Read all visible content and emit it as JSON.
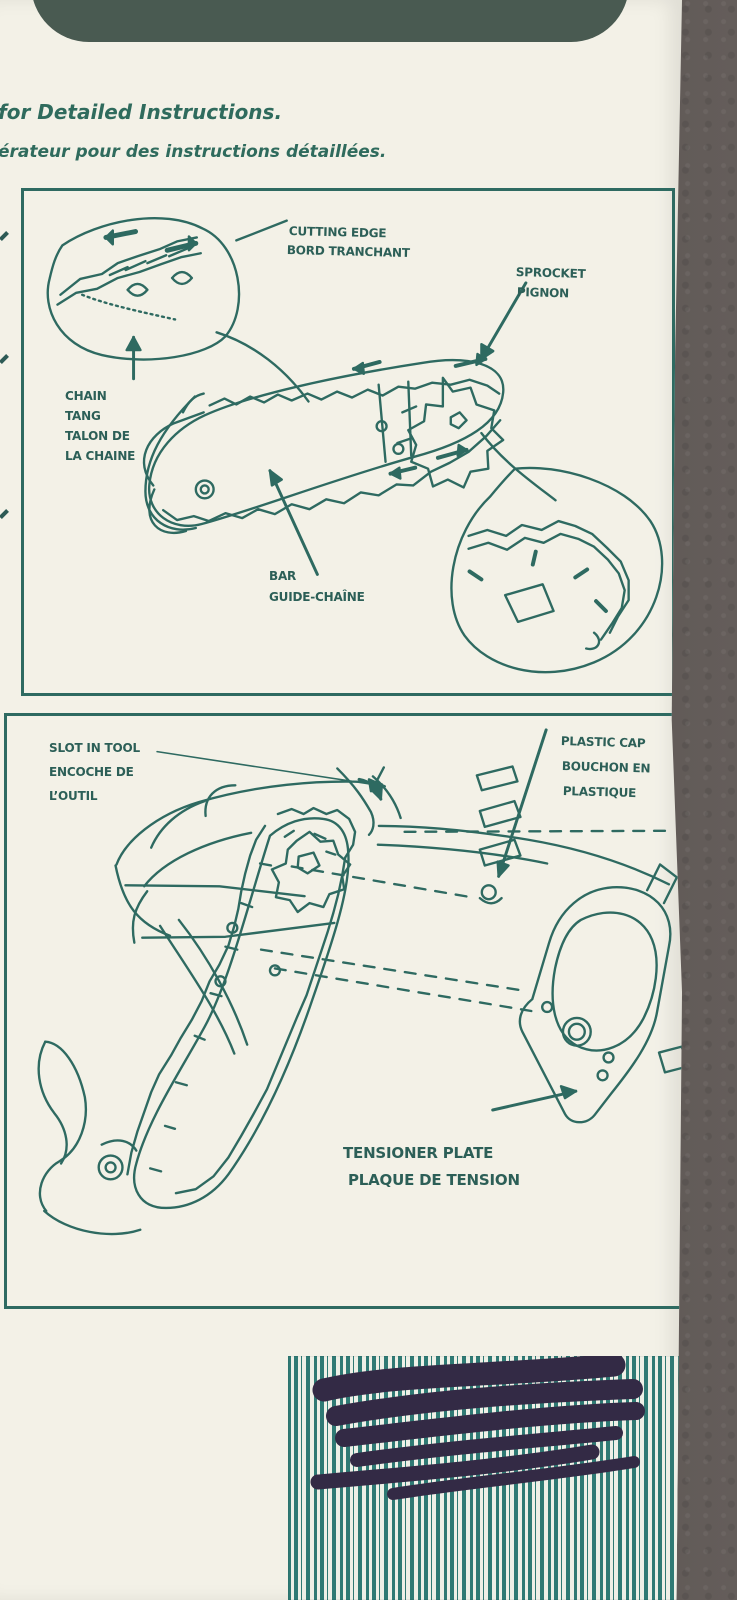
{
  "header": {
    "line_1": "for Detailed Instructions.",
    "line_2": "érateur pour des instructions détaillées."
  },
  "panel_1": {
    "cutting_edge": {
      "en": "CUTTING EDGE",
      "fr": "BORD TRANCHANT"
    },
    "sprocket": {
      "en": "SPROCKET",
      "fr": "PIGNON"
    },
    "chain_tang": {
      "line_1": "CHAIN",
      "line_2": "TANG",
      "line_3": "TALON DE",
      "line_4": "LA CHAINE"
    },
    "bar": {
      "en": "BAR",
      "fr": "GUIDE-CHAÎNE"
    }
  },
  "panel_2": {
    "slot_in_tool": {
      "line_1": "SLOT IN TOOL",
      "line_2": "ENCOCHE DE",
      "line_3": "L’OUTIL"
    },
    "plastic_cap": {
      "line_1": "PLASTIC CAP",
      "line_2": "BOUCHON EN",
      "line_3": "PLASTIQUE"
    },
    "tensioner_plate": {
      "en": "TENSIONER PLATE",
      "fr": "PLAQUE DE TENSION"
    }
  },
  "colors": {
    "ink": "#2e6a61",
    "paper": "#f3f1e7",
    "background": "#57514f",
    "barcode": "#2f7a74",
    "marker": "#332a45"
  }
}
